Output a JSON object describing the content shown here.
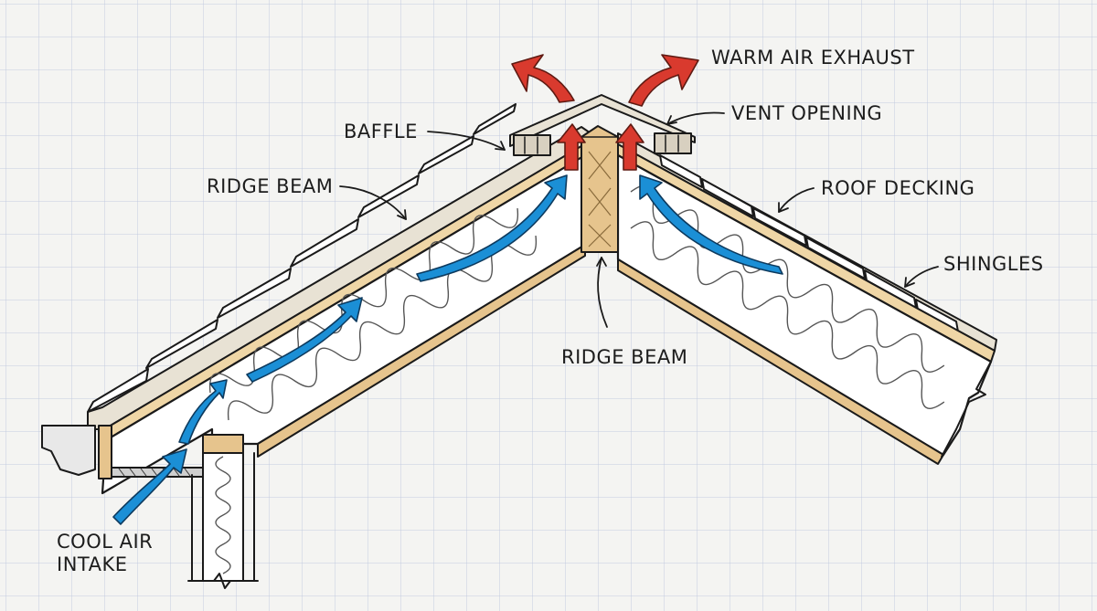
{
  "labels": {
    "warm_air_exhaust": "WARM AIR EXHAUST",
    "vent_opening": "VENT OPENING",
    "baffle": "BAFFLE",
    "ridge_beam_left": "RIDGE BEAM",
    "roof_decking": "ROOF DECKING",
    "shingles": "SHINGLES",
    "ridge_beam_center": "RIDGE BEAM",
    "cool_air_line1": "COOL AIR",
    "cool_air_line2": "INTAKE"
  },
  "colors": {
    "paper": "#f4f4f2",
    "grid": "#c3cbe0",
    "ink": "#1a1a1a",
    "wood": "#e6c48d",
    "decking": "#efd6a6",
    "cool_air": "#1b8fd6",
    "warm_air": "#d93a2e",
    "insulation": "#ffffff"
  }
}
